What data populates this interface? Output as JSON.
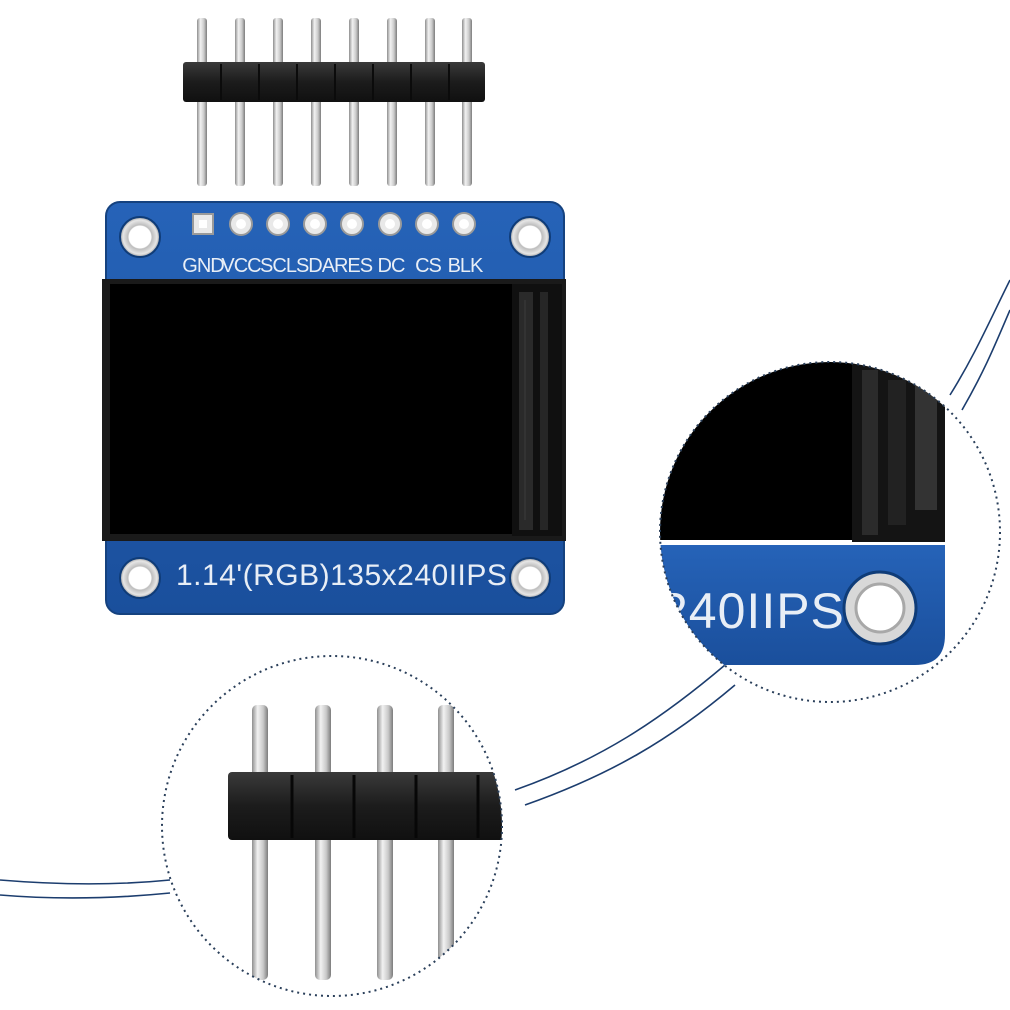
{
  "product": {
    "pin_labels": [
      "GND",
      "VCC",
      "SCL",
      "SDA",
      "RES",
      "DC",
      "CS",
      "BLK"
    ],
    "board_text": "1.14'(RGB)135x240IIPS",
    "zoom_text": "240IIPS"
  },
  "colors": {
    "pcb": "#1e56a8",
    "pcb_edge": "#174a92",
    "screen": "#000000",
    "header_plastic": "#1f1f1f",
    "pin_metal": "#d4d4d4",
    "accent_lines": "#1c3d6e"
  }
}
